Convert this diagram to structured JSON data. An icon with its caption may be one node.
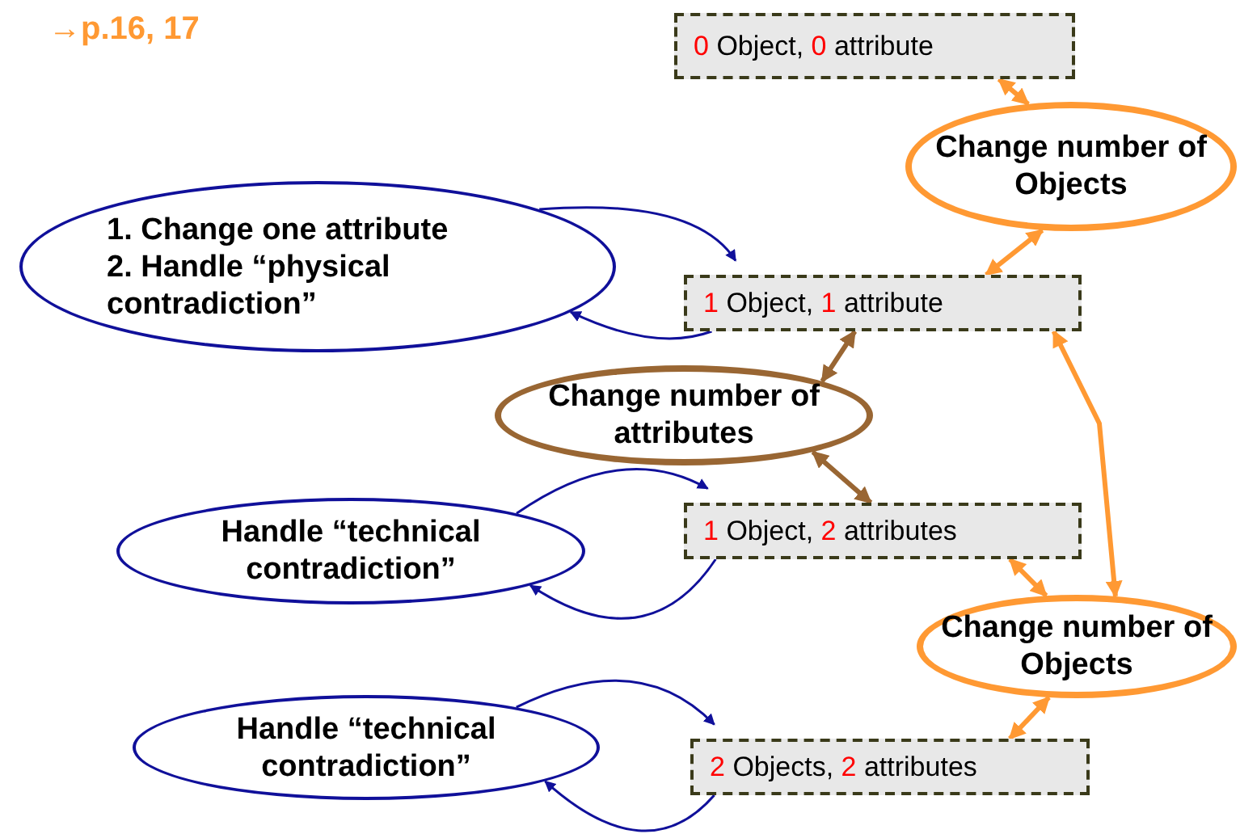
{
  "diagram": {
    "nodes": [
      {
        "text": [
          "0 Object, 0 attribute"
        ]
      },
      {
        "text": [
          "Change number of Objects"
        ]
      },
      {
        "text": [
          "1. Change one attribute",
          "2. Handle “physical contradiction”"
        ]
      },
      {
        "text": [
          "1 Object, 1 attribute"
        ]
      },
      {
        "text": [
          "Change number of attributes"
        ]
      },
      {
        "text": [
          "Handle “technical contradiction”"
        ]
      },
      {
        "text": [
          "1 Object, 2 attributes"
        ]
      },
      {
        "text": [
          "Change number of Objects"
        ]
      },
      {
        "text": [
          "Handle “technical contradiction”"
        ]
      },
      {
        "text": [
          "2 Objects, 2 attributes"
        ]
      }
    ],
    "edges": [
      {
        "from": 0,
        "to": 1,
        "arrow": "both",
        "color": "#ff9933"
      },
      {
        "from": 1,
        "to": 3,
        "arrow": "both",
        "color": "#ff9933"
      },
      {
        "from": 2,
        "to": 3,
        "arrow": "to"
      },
      {
        "from": 3,
        "to": 2,
        "arrow": "to"
      },
      {
        "from": 3,
        "to": 4,
        "arrow": "both",
        "color": "#996633"
      },
      {
        "from": 4,
        "to": 6,
        "arrow": "both",
        "color": "#996633"
      },
      {
        "from": 6,
        "to": 7,
        "arrow": "both",
        "color": "#ff9933"
      },
      {
        "from": 3,
        "to": 7,
        "arrow": "both",
        "color": "#ff9933"
      },
      {
        "from": 7,
        "to": 9,
        "arrow": "both",
        "color": "#ff9933"
      },
      {
        "from": 5,
        "to": 6,
        "arrow": "to"
      },
      {
        "from": 6,
        "to": 5,
        "arrow": "to"
      },
      {
        "from": 8,
        "to": 9,
        "arrow": "to"
      },
      {
        "from": 9,
        "to": 8,
        "arrow": "to"
      }
    ],
    "labels": [
      "→p.16, 17"
    ]
  }
}
